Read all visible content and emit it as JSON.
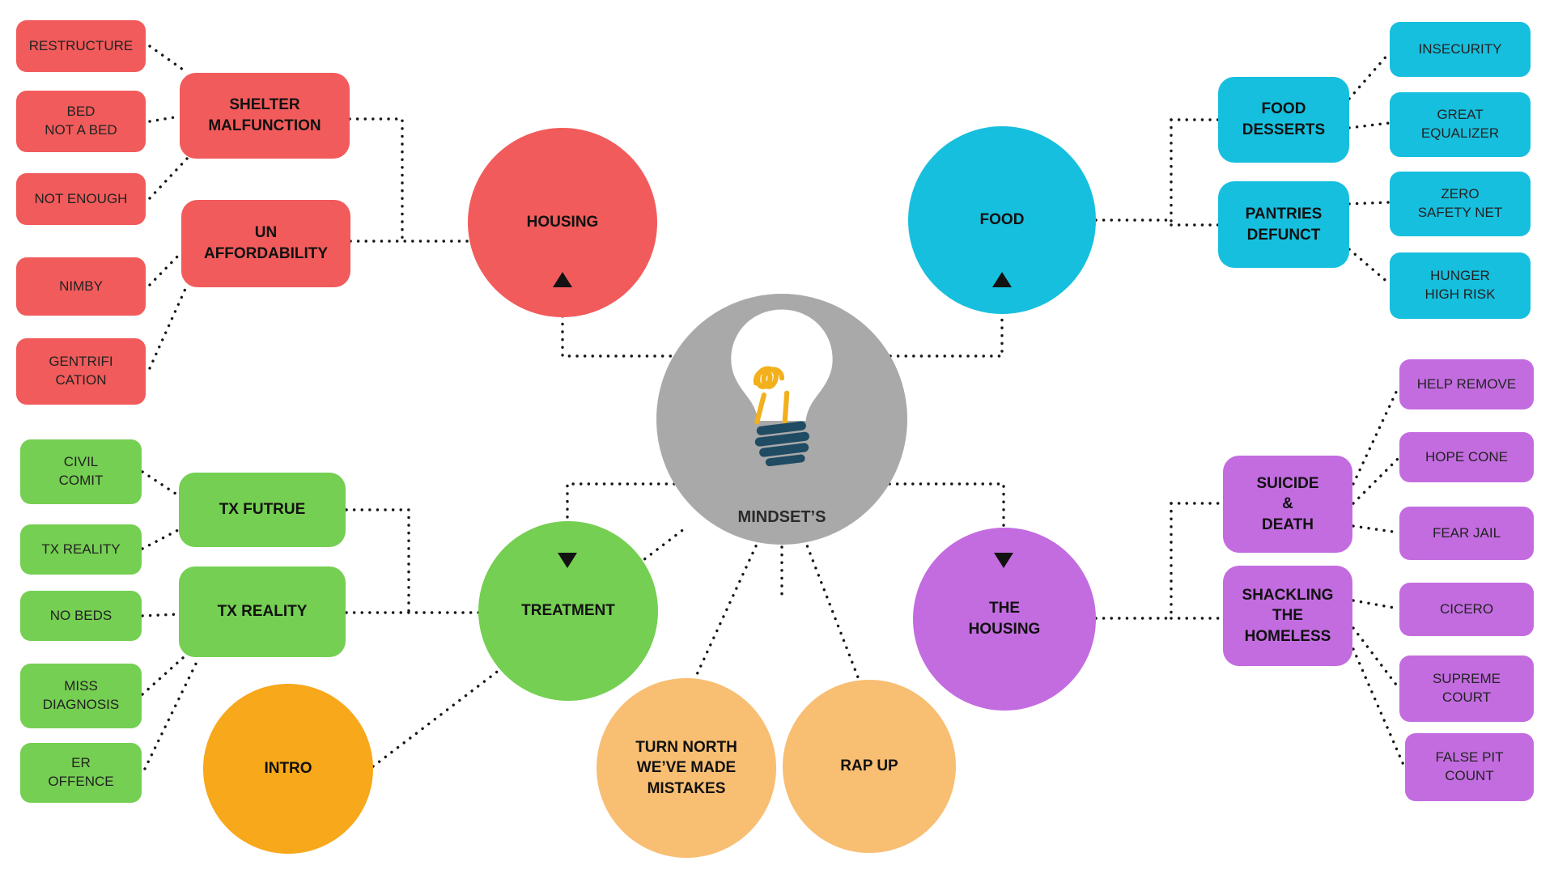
{
  "palette": {
    "red": "#F25B5B",
    "cyan": "#17BFDE",
    "green": "#75CF52",
    "purple": "#C36CE0",
    "orange": "#F7A81B",
    "light_orange": "#F8BE72",
    "gray": "#A9A9A9",
    "connector": "#161616",
    "background": "#FFFFFF"
  },
  "center": {
    "label": "MINDSET’S"
  },
  "topics": {
    "housing": {
      "label": "HOUSING"
    },
    "food": {
      "label": "FOOD"
    },
    "treatment": {
      "label": "TREATMENT"
    },
    "the_housing": {
      "label": "THE\nHOUSING"
    },
    "intro": {
      "label": "INTRO"
    },
    "turn_north": {
      "label": "TURN NORTH\nWE’VE MADE\nMISTAKES"
    },
    "rap_up": {
      "label": "RAP UP"
    }
  },
  "housing_branch": {
    "shelter_malfunction": {
      "label": "SHELTER\nMALFUNCTION"
    },
    "un_affordability": {
      "label": "UN\nAFFORDABILITY"
    },
    "leaves": {
      "restructure": "RESTRUCTURE",
      "bed_not_a_bed": "BED\nNOT A BED",
      "not_enough": "NOT ENOUGH",
      "nimby": "NIMBY",
      "gentrification": "GENTRIFI\nCATION"
    }
  },
  "food_branch": {
    "food_desserts": {
      "label": "FOOD\nDESSERTS"
    },
    "pantries_defunct": {
      "label": "PANTRIES\nDEFUNCT"
    },
    "leaves": {
      "insecurity": "INSECURITY",
      "great_equalizer": "GREAT\nEQUALIZER",
      "zero_safety_net": "ZERO\nSAFETY NET",
      "hunger_high_risk": "HUNGER\nHIGH RISK"
    }
  },
  "treatment_branch": {
    "tx_future": {
      "label": "TX FUTRUE"
    },
    "tx_reality": {
      "label": "TX REALITY"
    },
    "leaves": {
      "civil_comit": "CIVIL\nCOMIT",
      "tx_reality_small": "TX REALITY",
      "no_beds": "NO BEDS",
      "miss_diagnosis": "MISS\nDIAGNOSIS",
      "er_offence": "ER\nOFFENCE"
    }
  },
  "the_housing_branch": {
    "suicide_death": {
      "label": "SUICIDE\n&\nDEATH"
    },
    "shackling_the_homeless": {
      "label": "SHACKLING\nTHE\nHOMELESS"
    },
    "leaves": {
      "help_remove": "HELP REMOVE",
      "hope_cone": "HOPE CONE",
      "fear_jail": "FEAR JAIL",
      "cicero": "CICERO",
      "supreme_court": "SUPREME\nCOURT",
      "false_pit_count": "FALSE PIT\nCOUNT"
    }
  }
}
